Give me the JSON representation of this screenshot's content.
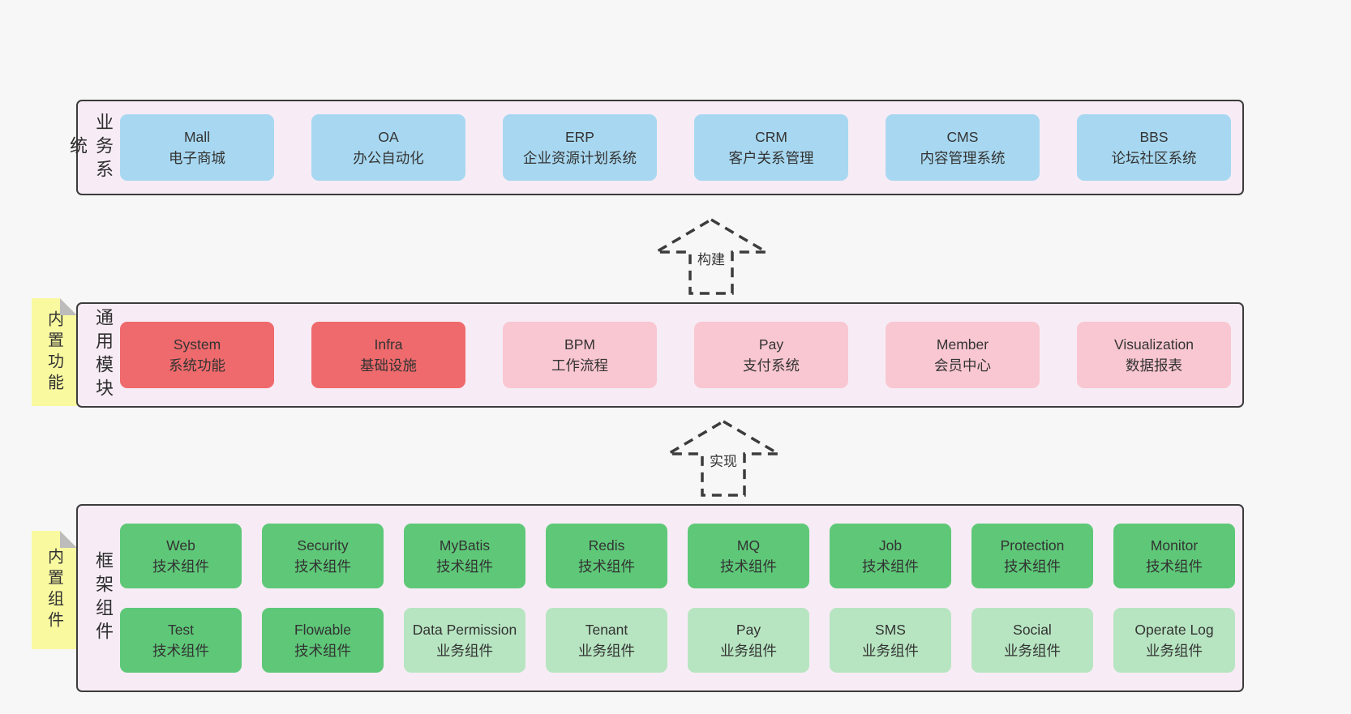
{
  "colors": {
    "page_bg": "#f7f7f7",
    "panel_bg": "#f7ecf5",
    "panel_border": "#3c3c3c",
    "blue_box": "#a8d8f1",
    "red_box": "#ef6a6c",
    "pink_box": "#f9c7d1",
    "green_box": "#5ec878",
    "light_green_box": "#b7e5c1",
    "note_yellow": "#f9f9a0",
    "note_fold_gray": "#bcbcbc",
    "text": "#333333"
  },
  "business_systems": {
    "label": "业务系统",
    "items": [
      {
        "title": "Mall",
        "subtitle": "电子商城"
      },
      {
        "title": "OA",
        "subtitle": "办公自动化"
      },
      {
        "title": "ERP",
        "subtitle": "企业资源计划系统"
      },
      {
        "title": "CRM",
        "subtitle": "客户关系管理"
      },
      {
        "title": "CMS",
        "subtitle": "内容管理系统"
      },
      {
        "title": "BBS",
        "subtitle": "论坛社区系统"
      }
    ]
  },
  "arrows": {
    "build": "构建",
    "implement": "实现"
  },
  "common_modules": {
    "note": "内置功能",
    "label": "通用模块",
    "items": [
      {
        "title": "System",
        "subtitle": "系统功能"
      },
      {
        "title": "Infra",
        "subtitle": "基础设施"
      },
      {
        "title": "BPM",
        "subtitle": "工作流程"
      },
      {
        "title": "Pay",
        "subtitle": "支付系统"
      },
      {
        "title": "Member",
        "subtitle": "会员中心"
      },
      {
        "title": "Visualization",
        "subtitle": "数据报表"
      }
    ]
  },
  "framework_components": {
    "note": "内置组件",
    "label": "框架组件",
    "row1": [
      {
        "title": "Web",
        "subtitle": "技术组件"
      },
      {
        "title": "Security",
        "subtitle": "技术组件"
      },
      {
        "title": "MyBatis",
        "subtitle": "技术组件"
      },
      {
        "title": "Redis",
        "subtitle": "技术组件"
      },
      {
        "title": "MQ",
        "subtitle": "技术组件"
      },
      {
        "title": "Job",
        "subtitle": "技术组件"
      },
      {
        "title": "Protection",
        "subtitle": "技术组件"
      },
      {
        "title": "Monitor",
        "subtitle": "技术组件"
      }
    ],
    "row2": [
      {
        "title": "Test",
        "subtitle": "技术组件"
      },
      {
        "title": "Flowable",
        "subtitle": "技术组件"
      },
      {
        "title": "Data Permission",
        "subtitle": "业务组件"
      },
      {
        "title": "Tenant",
        "subtitle": "业务组件"
      },
      {
        "title": "Pay",
        "subtitle": "业务组件"
      },
      {
        "title": "SMS",
        "subtitle": "业务组件"
      },
      {
        "title": "Social",
        "subtitle": "业务组件"
      },
      {
        "title": "Operate Log",
        "subtitle": "业务组件"
      }
    ]
  }
}
